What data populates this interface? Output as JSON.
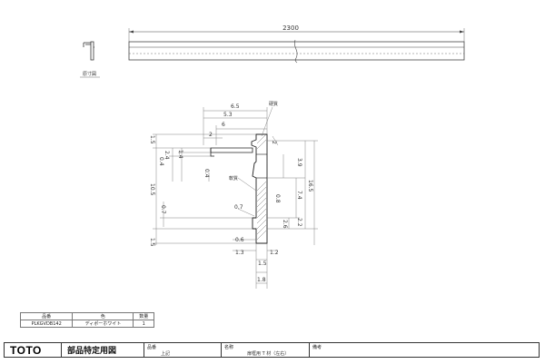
{
  "elevation": {
    "overall_length": "2300"
  },
  "section": {
    "label": "原寸図"
  },
  "dims": {
    "d65": "6.5",
    "d53": "5.3",
    "d6": "6",
    "d2": "2",
    "d15_top": "1.5",
    "d04a": "0.4",
    "d24": "2.4",
    "d14": "1.4",
    "d04b": "0.4",
    "d105": "10.5",
    "d07a": "0.7",
    "d07b": "0.7",
    "d15_bot": "1.5",
    "d06": "0.6",
    "d13": "1.3",
    "d15_b": "1.5",
    "d12": "1.2",
    "d18": "1.8",
    "d08": "0.8",
    "d39": "3.9",
    "d74": "7.4",
    "d165": "16.5",
    "d26": "2.6",
    "d22": "2.2",
    "d2r": "2"
  },
  "materials": {
    "upper": "硬質",
    "lower": "軟質"
  },
  "parts_table": {
    "headers": [
      "品番",
      "色",
      "数量"
    ],
    "row": [
      "PLKGVDB142",
      "ディポーホワイト",
      "1"
    ]
  },
  "title_block": {
    "logo": "TOTO",
    "doc_title": "部品特定用図",
    "hinban_label": "品番",
    "hinban_value": "上記",
    "name_label": "名称",
    "name_value": "扉框用 T 材（左右）",
    "notes_label": "備考"
  }
}
